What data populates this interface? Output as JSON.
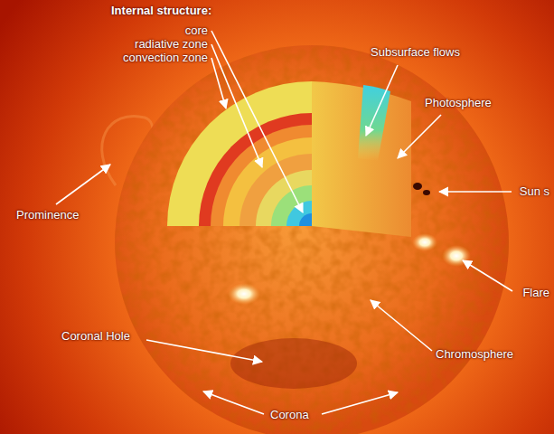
{
  "diagram": {
    "labels": [
      "Internal structure:",
      "core",
      "radiative zone",
      "convection zone",
      "Subsurface flows",
      "Photosphere",
      "Sun s",
      "Prominence",
      "Flare",
      "Coronal Hole",
      "Chromosphere",
      "Corona"
    ]
  }
}
